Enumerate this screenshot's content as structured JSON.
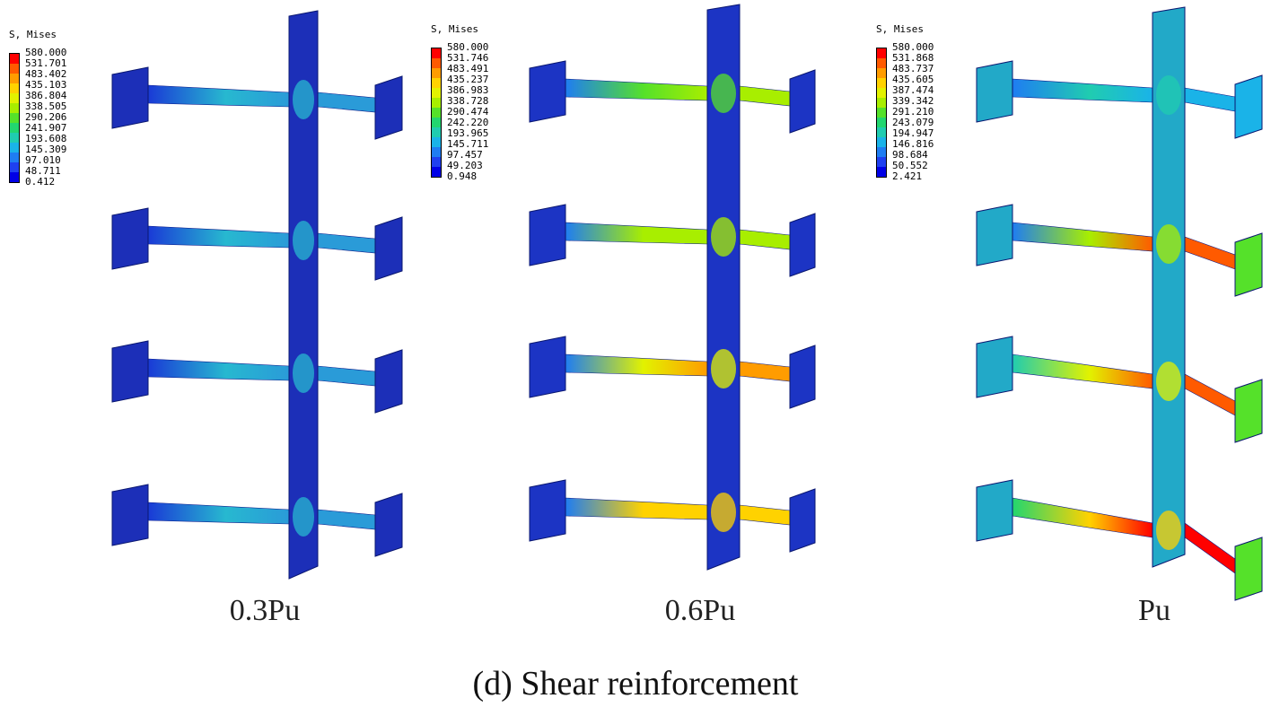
{
  "caption": "(d) Shear reinforcement",
  "legend_colors": [
    "#ff0000",
    "#ff5a00",
    "#ff9c00",
    "#ffd200",
    "#e2f200",
    "#a8ee00",
    "#55e12a",
    "#22d66f",
    "#20ccb0",
    "#1ab3e8",
    "#1f7df2",
    "#1f40f0",
    "#0000e6"
  ],
  "panels": [
    {
      "load_label": "0.3Pu",
      "legend": {
        "title": "S, Mises",
        "values": [
          "580.000",
          "531.701",
          "483.402",
          "435.103",
          "386.804",
          "338.505",
          "290.206",
          "241.907",
          "193.608",
          "145.309",
          "97.010",
          "48.711",
          "0.412"
        ]
      },
      "plate_color": "#1c2fb8",
      "rods": [
        {
          "left_color": "#1a3ad6",
          "mid_color": "#27b8d0",
          "right_color": "#2a9bd8",
          "end_color": "#1c2fb8"
        },
        {
          "left_color": "#1a3ad6",
          "mid_color": "#27b8d0",
          "right_color": "#2a9bd8",
          "end_color": "#1c2fb8"
        },
        {
          "left_color": "#1a3ad6",
          "mid_color": "#27b8d0",
          "right_color": "#2a9bd8",
          "end_color": "#1c2fb8"
        },
        {
          "left_color": "#1a3ad6",
          "mid_color": "#27b8d0",
          "right_color": "#2a9bd8",
          "end_color": "#1c2fb8"
        }
      ]
    },
    {
      "load_label": "0.6Pu",
      "legend": {
        "title": "S, Mises",
        "values": [
          "580.000",
          "531.746",
          "483.491",
          "435.237",
          "386.983",
          "338.728",
          "290.474",
          "242.220",
          "193.965",
          "145.711",
          "97.457",
          "49.203",
          "0.948"
        ]
      },
      "plate_color": "#1c34c4",
      "rods": [
        {
          "left_color": "#1f7df2",
          "mid_color": "#55e12a",
          "right_color": "#a8ee00",
          "end_color": "#1c34c4"
        },
        {
          "left_color": "#1f7df2",
          "mid_color": "#a8ee00",
          "right_color": "#a8ee00",
          "end_color": "#1c34c4"
        },
        {
          "left_color": "#1f7df2",
          "mid_color": "#e2f200",
          "right_color": "#ff9c00",
          "end_color": "#1c34c4"
        },
        {
          "left_color": "#1f7df2",
          "mid_color": "#ffd200",
          "right_color": "#ffd200",
          "end_color": "#1c34c4"
        }
      ]
    },
    {
      "load_label": "Pu",
      "legend": {
        "title": "S, Mises",
        "values": [
          "580.000",
          "531.868",
          "483.737",
          "435.605",
          "387.474",
          "339.342",
          "291.210",
          "243.079",
          "194.947",
          "146.816",
          "98.684",
          "50.552",
          "2.421"
        ]
      },
      "plate_color": "#22a9c8",
      "rods": [
        {
          "left_color": "#1f7df2",
          "mid_color": "#20ccb0",
          "right_color": "#1ab3e8",
          "end_color": "#1ab3e8"
        },
        {
          "left_color": "#1f7df2",
          "mid_color": "#a8ee00",
          "right_color": "#ff5a00",
          "end_color": "#55e12a"
        },
        {
          "left_color": "#20ccb0",
          "mid_color": "#e2f200",
          "right_color": "#ff5a00",
          "end_color": "#55e12a"
        },
        {
          "left_color": "#22d66f",
          "mid_color": "#ffd200",
          "right_color": "#ff0000",
          "end_color": "#55e12a"
        }
      ]
    }
  ]
}
